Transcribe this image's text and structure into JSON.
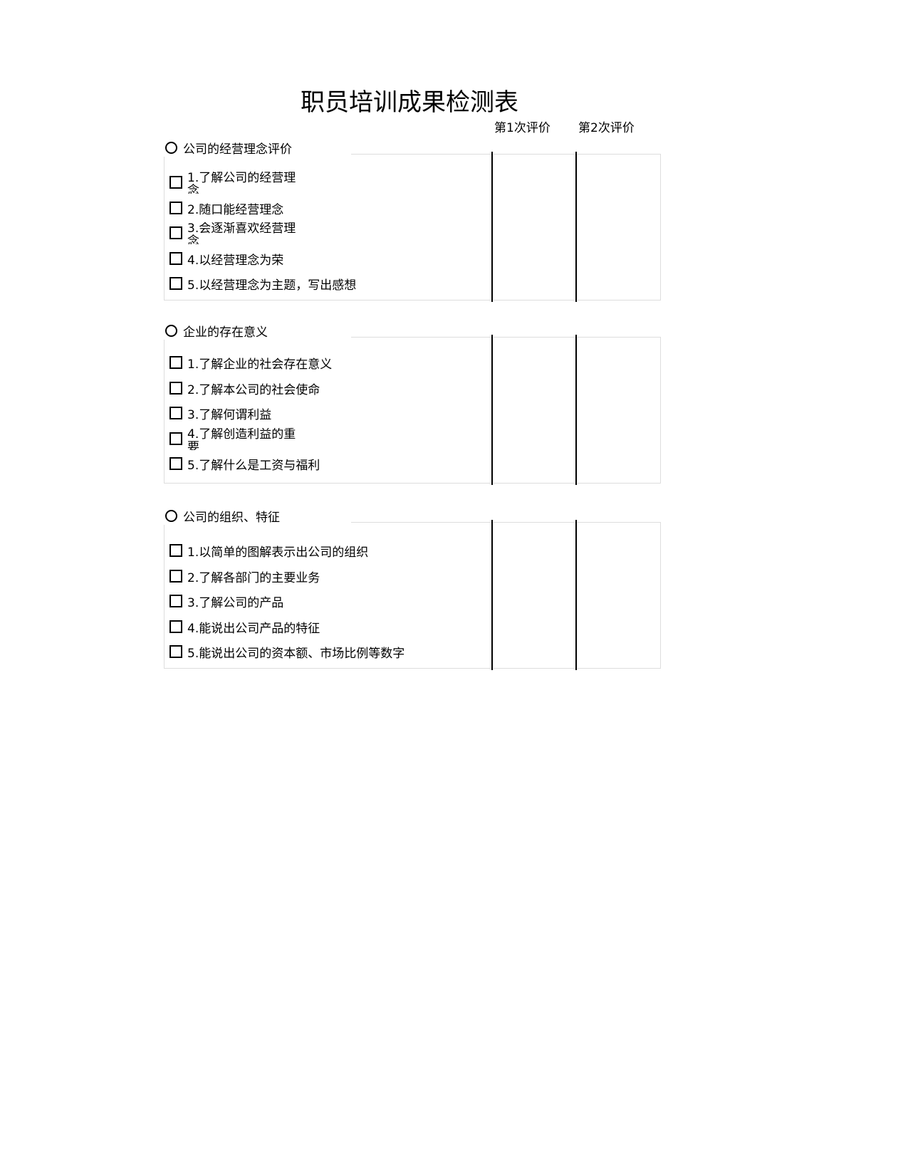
{
  "title": "职员培训成果检测表",
  "columns": [
    "第1次评价",
    "第2次评价"
  ],
  "sections": [
    {
      "heading": "公司的经营理念评价",
      "items": [
        "1.了解公司的经营理念",
        "2.随口能经营理念",
        "3.会逐渐喜欢经营理念",
        "4.以经营理念为荣",
        "5.以经营理念为主题，写出感想"
      ]
    },
    {
      "heading": "企业的存在意义",
      "items": [
        "1.了解企业的社会存在意义",
        "2.了解本公司的社会使命",
        "3.了解何谓利益",
        "4.了解创造利益的重要",
        "5.了解什么是工资与福利"
      ]
    },
    {
      "heading": "公司的组织、特征",
      "items": [
        "1.以简单的图解表示出公司的组织",
        "2.了解各部门的主要业务",
        "3.了解公司的产品",
        "4.能说出公司产品的特征",
        "5.能说出公司的资本额、市场比例等数字"
      ]
    }
  ]
}
